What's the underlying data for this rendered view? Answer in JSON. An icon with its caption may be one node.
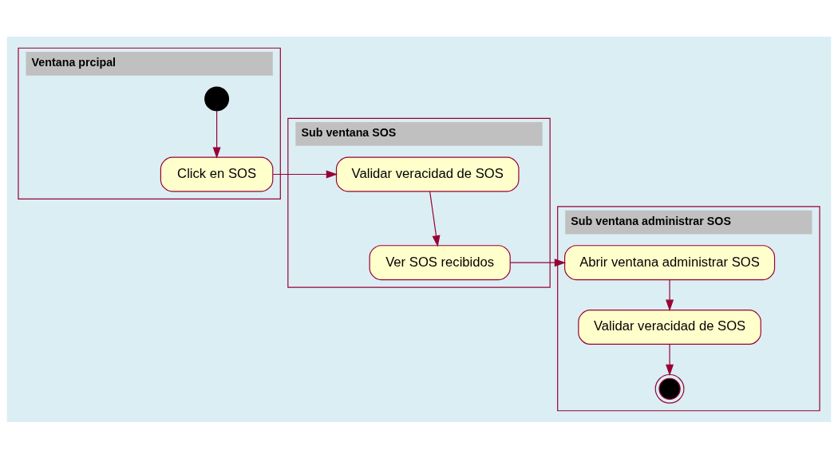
{
  "diagram": {
    "nodes": [
      {
        "text": [
          "Ventana prcipal"
        ]
      },
      {
        "text": [],
        "shape": "circle",
        "in": 0
      },
      {
        "text": [
          "Click en SOS"
        ],
        "in": 0
      },
      {
        "text": [
          "Sub ventana SOS"
        ]
      },
      {
        "text": [
          "Validar veracidad de SOS"
        ],
        "in": 3
      },
      {
        "text": [
          "Ver SOS recibidos"
        ],
        "in": 3
      },
      {
        "text": [
          "Sub ventana administrar SOS"
        ]
      },
      {
        "text": [
          "Abrir ventana administrar SOS"
        ],
        "in": 6
      },
      {
        "text": [
          "Validar veracidad de SOS"
        ],
        "in": 6
      },
      {
        "text": [],
        "shape": "bullseye",
        "in": 6
      }
    ],
    "edges": [
      {
        "from": 1,
        "to": 2,
        "arrow": "to"
      },
      {
        "from": 2,
        "to": 4,
        "arrow": "to"
      },
      {
        "from": 4,
        "to": 5,
        "arrow": "to"
      },
      {
        "from": 5,
        "to": 7,
        "arrow": "to"
      },
      {
        "from": 7,
        "to": 8,
        "arrow": "to"
      },
      {
        "from": 8,
        "to": 9,
        "arrow": "to"
      }
    ]
  }
}
